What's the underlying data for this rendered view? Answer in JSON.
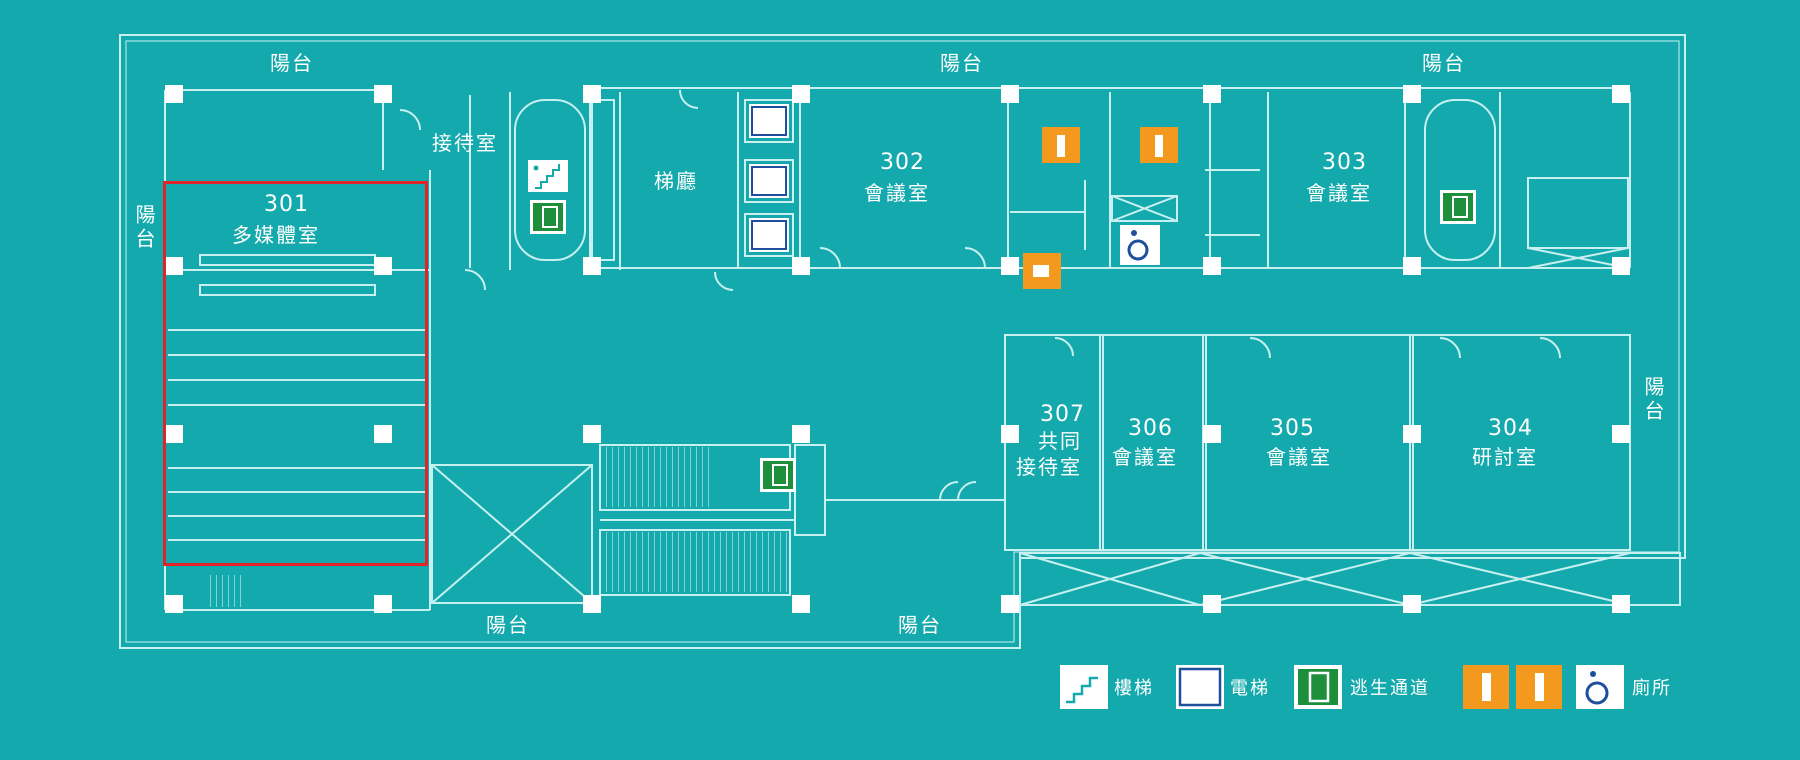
{
  "rooms": {
    "r301": {
      "number": "301",
      "name": "多媒體室"
    },
    "r302": {
      "number": "302",
      "name": "會議室"
    },
    "r303": {
      "number": "303",
      "name": "會議室"
    },
    "r304": {
      "number": "304",
      "name": "研討室"
    },
    "r305": {
      "number": "305",
      "name": "會議室"
    },
    "r306": {
      "number": "306",
      "name": "會議室"
    },
    "r307": {
      "number": "307",
      "line1": "共同",
      "line2": "接待室"
    },
    "reception": {
      "name": "接待室"
    },
    "lobby": {
      "name": "梯廳"
    }
  },
  "balconies": {
    "label": "陽台"
  },
  "highlighted_room": "301",
  "legend": {
    "stairs": "樓梯",
    "elevator": "電梯",
    "exit": "逃生通道",
    "toilet": "廁所"
  },
  "colors": {
    "background": "#14aaad",
    "lines": "#c8f0f0",
    "highlight": "#e0242a",
    "exit_green": "#1d8f3a",
    "toilet_orange": "#f39a1e",
    "accessible_blue": "#1f4e9c"
  },
  "icons": [
    "stairs-icon",
    "elevator-icon",
    "exit-icon",
    "male-toilet-icon",
    "female-toilet-icon",
    "accessible-toilet-icon",
    "cafe-icon"
  ]
}
